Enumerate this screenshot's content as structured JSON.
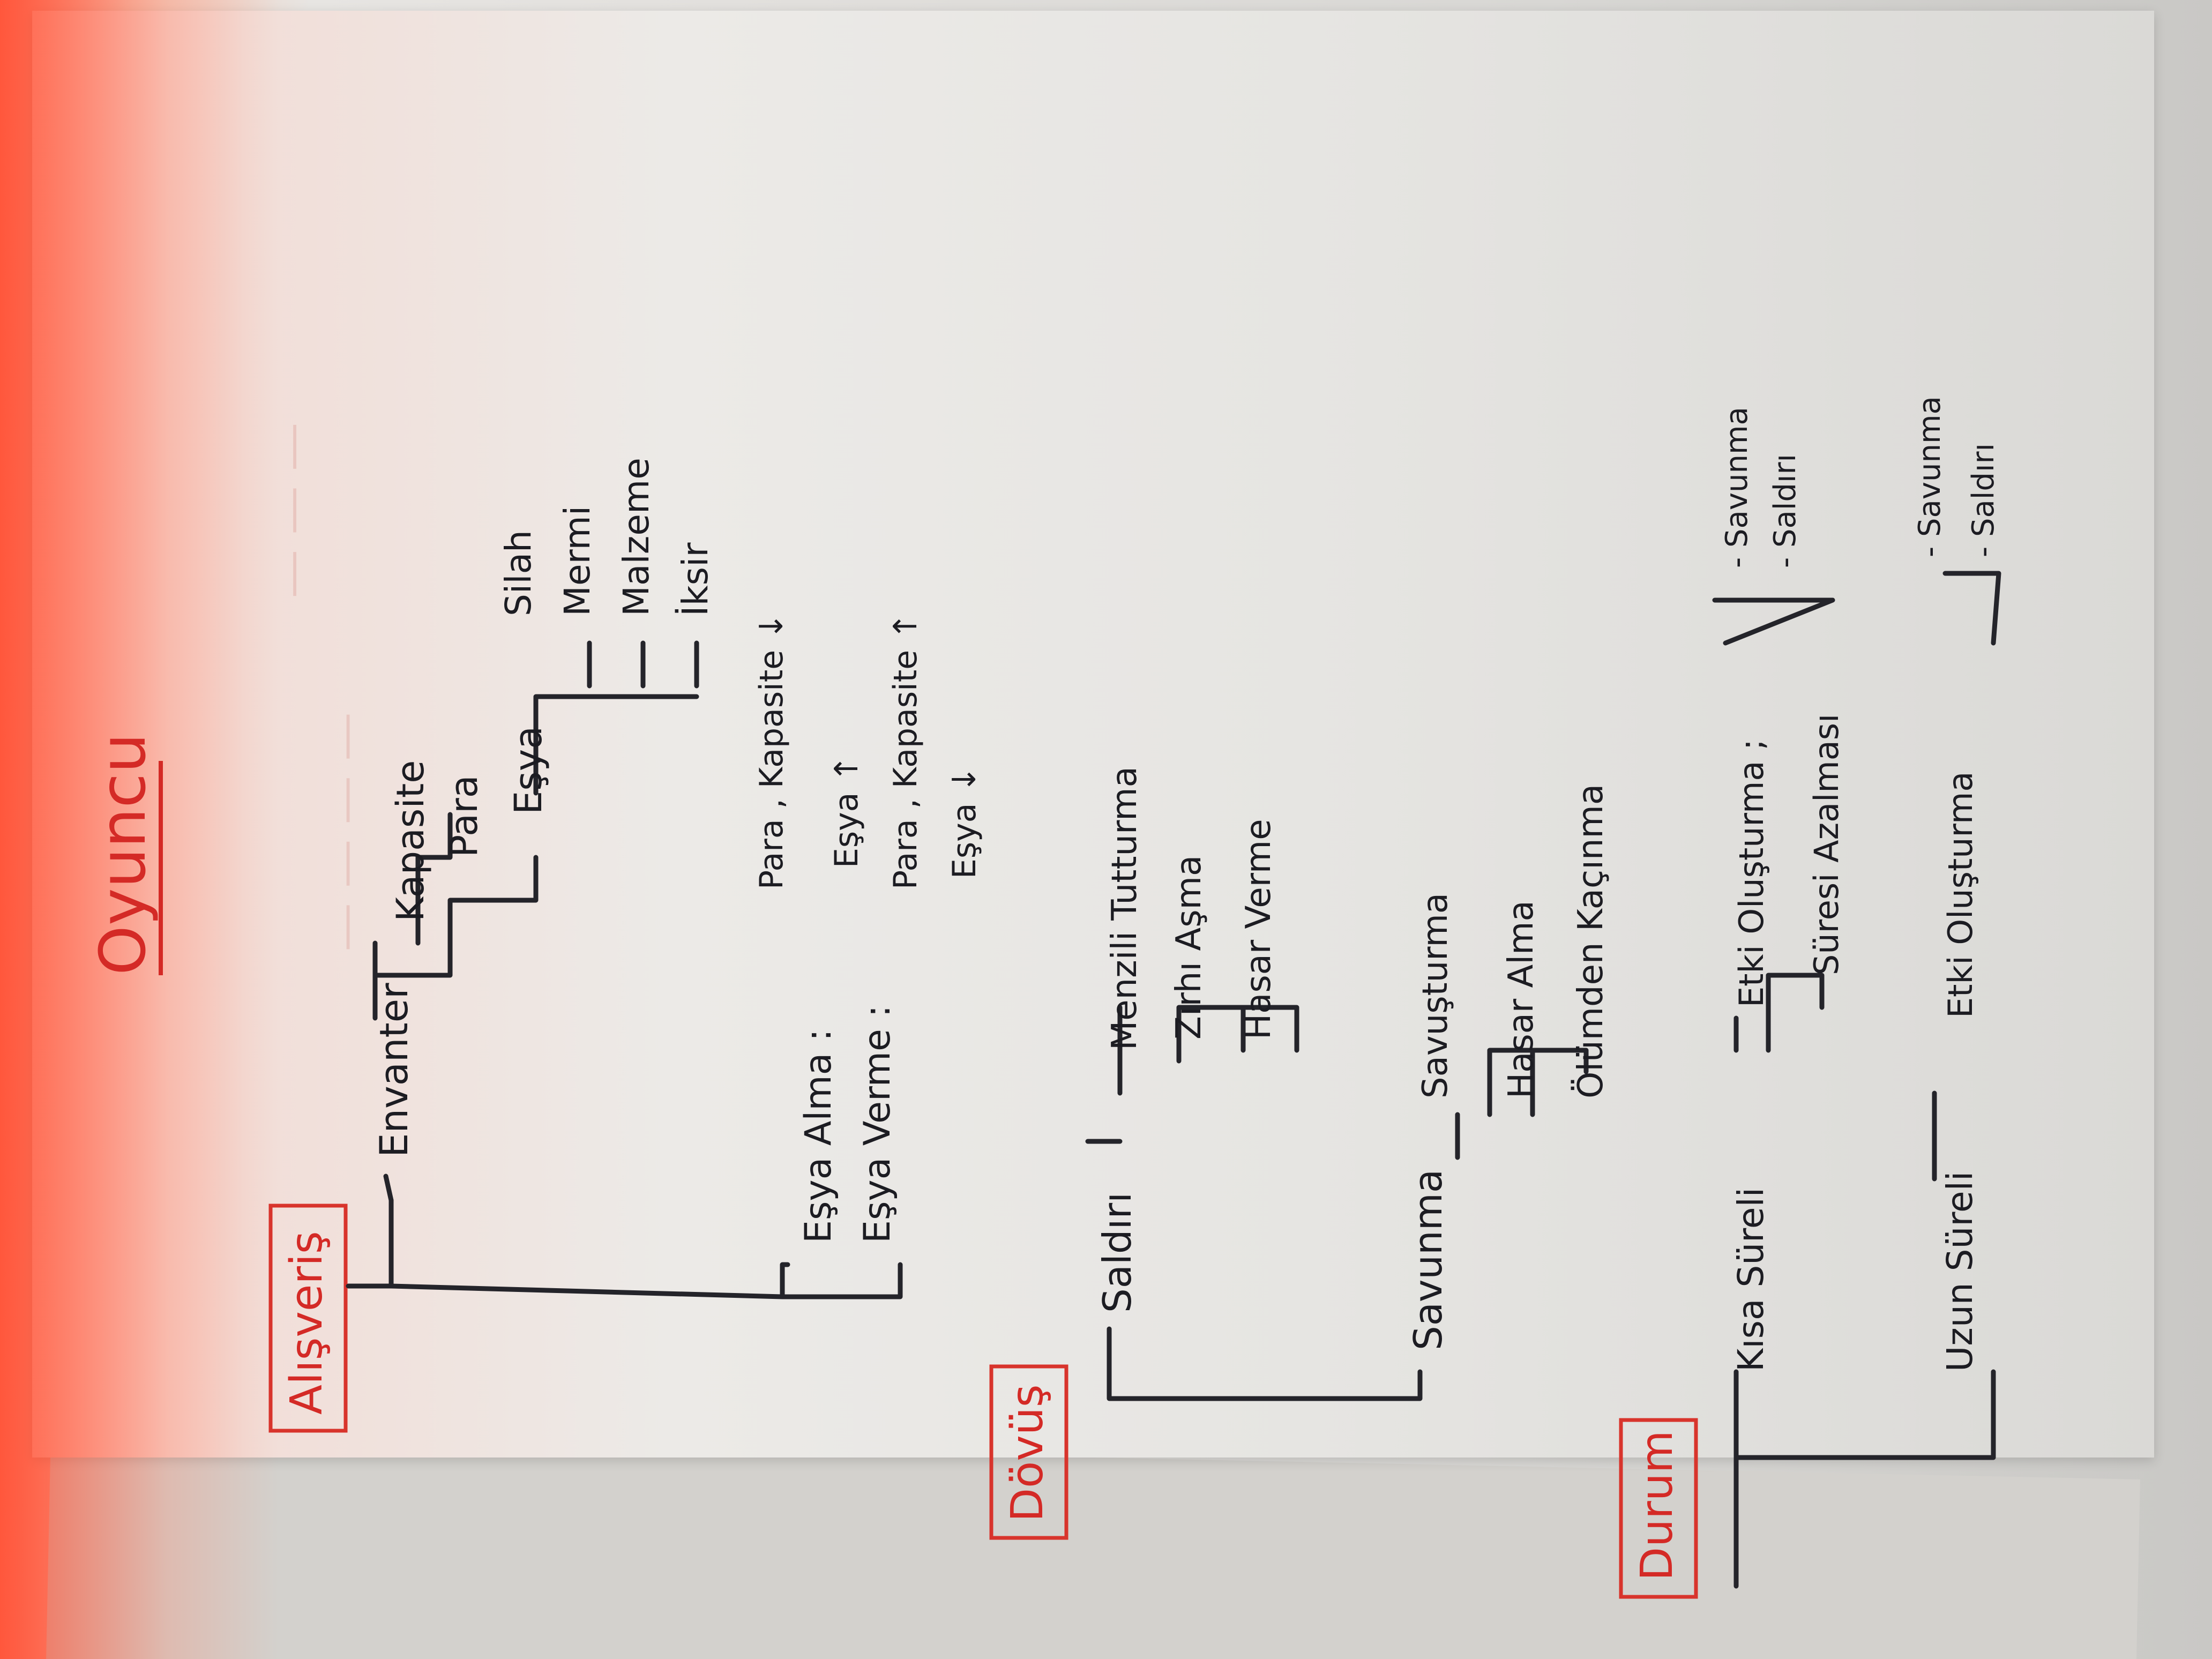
{
  "title": "Oyuncu",
  "sections": {
    "alisveris": {
      "label": "Alışveriş",
      "envanter": {
        "label": "Envanter",
        "items": [
          "Kapasite",
          "Para",
          "Eşya"
        ],
        "esya_types": [
          "Silah",
          "Mermi",
          "Malzeme",
          "İksir"
        ]
      },
      "esya_alma": {
        "label": "Eşya Alma :",
        "detail": "Para , Kapasite ↓",
        "detail2": "Eşya ↑"
      },
      "esya_verme": {
        "label": "Eşya Verme :",
        "detail": "Para , Kapasite ↑",
        "detail2": "Eşya ↓"
      }
    },
    "dovus": {
      "label": "Dövüş",
      "saldiri": {
        "label": "Saldırı",
        "items": [
          "Menzili Tutturma",
          "Zırhı Aşma",
          "Hasar Verme"
        ]
      },
      "savunma": {
        "label": "Savunma",
        "items": [
          "Savuşturma",
          "Hasar Alma",
          "Ölümden Kaçınma"
        ]
      }
    },
    "durum": {
      "label": "Durum",
      "kisa_sureli": {
        "label": "Kısa Süreli",
        "items": [
          "Etki Oluşturma ;",
          "Süresi Azalması"
        ],
        "effects": [
          "- Savunma",
          "- Saldırı"
        ]
      },
      "uzun_sureli": {
        "label": "Uzun Süreli",
        "items": [
          "Etki Oluşturma"
        ],
        "effects": [
          "- Savunma",
          "- Saldırı"
        ]
      }
    }
  }
}
